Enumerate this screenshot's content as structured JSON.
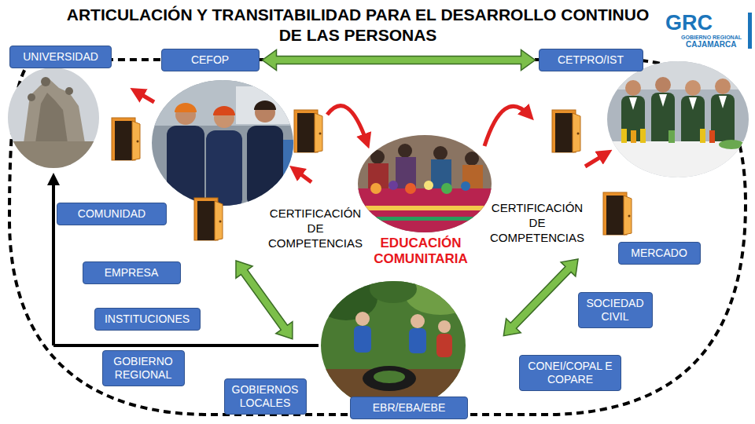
{
  "diagram": {
    "title": "ARTICULACIÓN Y TRANSITABILIDAD PARA EL DESARROLLO CONTINUO DE LAS PERSONAS",
    "nodes": [
      {
        "text": [
          "UNIVERSIDAD"
        ]
      },
      {
        "text": [
          "CEFOP"
        ]
      },
      {
        "text": [
          "CETPRO/IST"
        ]
      },
      {
        "text": [
          "COMUNIDAD"
        ]
      },
      {
        "text": [
          "MERCADO"
        ]
      },
      {
        "text": [
          "EMPRESA"
        ]
      },
      {
        "text": [
          "SOCIEDAD CIVIL"
        ]
      },
      {
        "text": [
          "INSTITUCIONES"
        ]
      },
      {
        "text": [
          "GOBIERNO REGIONAL"
        ]
      },
      {
        "text": [
          "CONEI/COPAL E COPARE"
        ]
      },
      {
        "text": [
          "GOBIERNOS LOCALES"
        ]
      },
      {
        "text": [
          "EBR/EBA/EBE"
        ]
      }
    ],
    "edges": [
      {
        "from": 1,
        "to": 2,
        "arrow": "both"
      }
    ],
    "labels": [
      "GRC",
      "GOBIERNO REGIONAL",
      "CAJAMARCA",
      "CERTIFICACIÓN DE COMPETENCIAS",
      "CERTIFICACIÓN DE COMPETENCIAS",
      "EDUCACIÓN COMUNITARIA"
    ]
  }
}
